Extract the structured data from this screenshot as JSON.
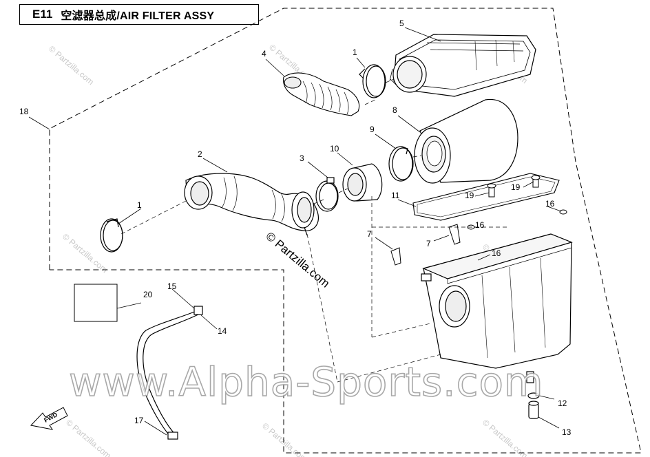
{
  "title": {
    "code": "E11",
    "text": "空滤器总成/AIR FILTER ASSY"
  },
  "watermarks": {
    "main": "www.Alpha-Sports.com",
    "brand": "© Partzilla.com",
    "tile": "© Partzilla.com"
  },
  "direction_marker": "FWD",
  "callouts": [
    {
      "id": "c1a",
      "label": "1"
    },
    {
      "id": "c1b",
      "label": "1"
    },
    {
      "id": "c2",
      "label": "2"
    },
    {
      "id": "c3",
      "label": "3"
    },
    {
      "id": "c4",
      "label": "4"
    },
    {
      "id": "c5",
      "label": "5"
    },
    {
      "id": "c7a",
      "label": "7"
    },
    {
      "id": "c7b",
      "label": "7"
    },
    {
      "id": "c8",
      "label": "8"
    },
    {
      "id": "c9",
      "label": "9"
    },
    {
      "id": "c10",
      "label": "10"
    },
    {
      "id": "c11",
      "label": "11"
    },
    {
      "id": "c12",
      "label": "12"
    },
    {
      "id": "c13",
      "label": "13"
    },
    {
      "id": "c14",
      "label": "14"
    },
    {
      "id": "c15",
      "label": "15"
    },
    {
      "id": "c16a",
      "label": "16"
    },
    {
      "id": "c16b",
      "label": "16"
    },
    {
      "id": "c16c",
      "label": "16"
    },
    {
      "id": "c17",
      "label": "17"
    },
    {
      "id": "c18",
      "label": "18"
    },
    {
      "id": "c19a",
      "label": "19"
    },
    {
      "id": "c19b",
      "label": "19"
    },
    {
      "id": "c20",
      "label": "20"
    }
  ]
}
